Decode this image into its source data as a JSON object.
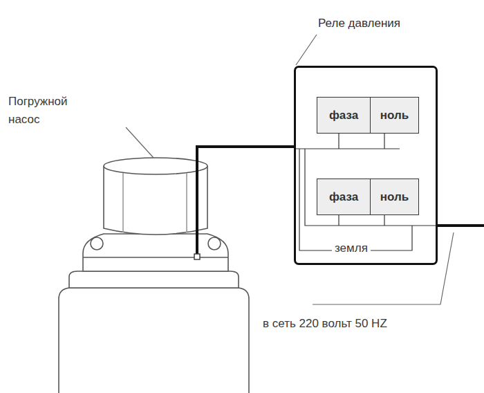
{
  "diagram": {
    "nodes": [
      {
        "text": [
          "Реле давления"
        ]
      },
      {
        "text": [
          "фаза"
        ],
        "in": 0
      },
      {
        "text": [
          "ноль"
        ],
        "in": 0
      },
      {
        "text": [
          "фаза"
        ],
        "in": 0
      },
      {
        "text": [
          "ноль"
        ],
        "in": 0
      }
    ],
    "labels": [
      "Погружной насос",
      "земля",
      "в сеть 220 вольт 50 HZ"
    ]
  }
}
